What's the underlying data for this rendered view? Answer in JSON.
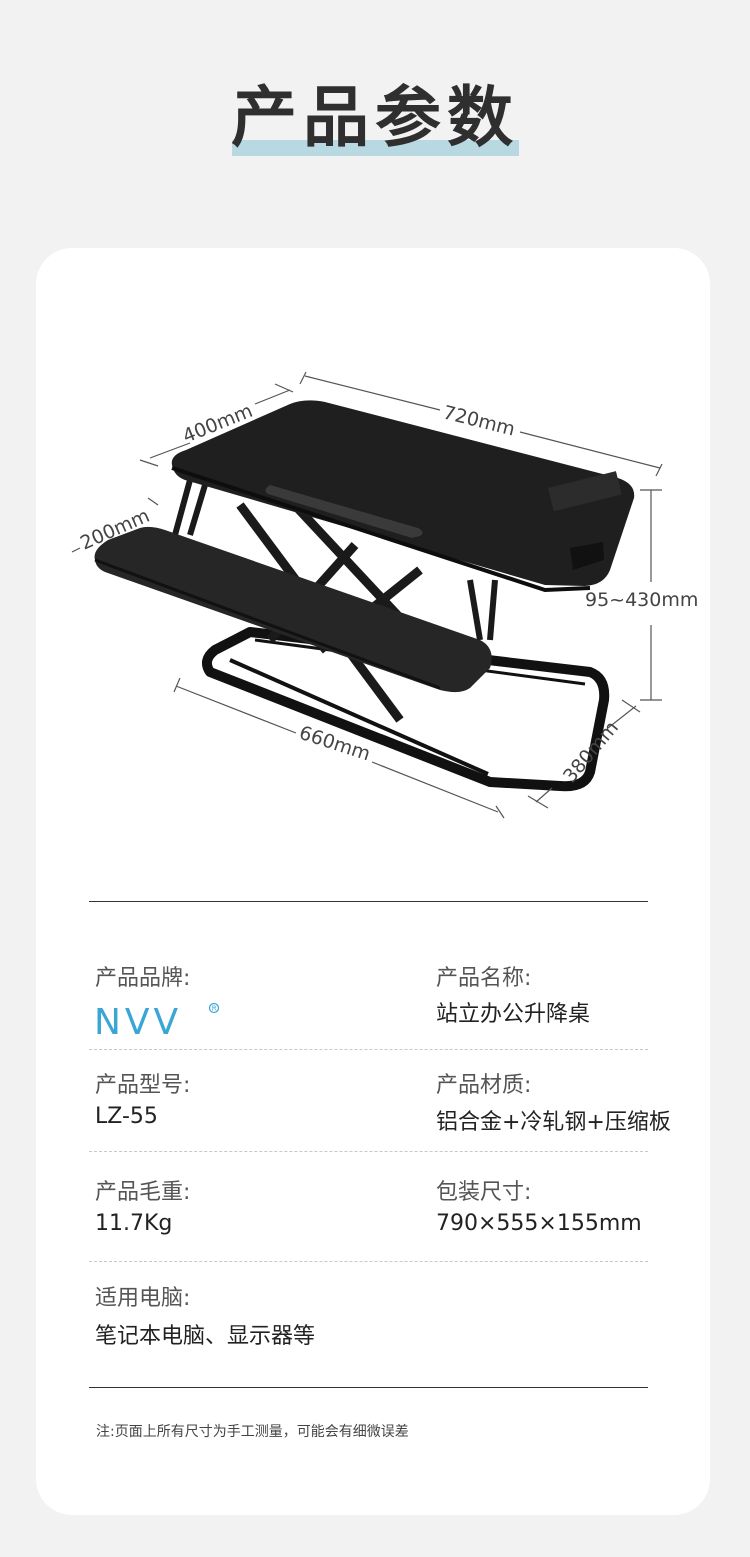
{
  "header": {
    "title": "产品参数"
  },
  "dimensions": {
    "depth_top": "400mm",
    "width_top": "720mm",
    "keyboard_depth": "200mm",
    "height_range": "95~430mm",
    "base_width": "660mm",
    "base_depth": "380mm"
  },
  "specs": {
    "brand_label": "产品品牌:",
    "brand_value": "NVV",
    "name_label": "产品名称:",
    "name_value": "站立办公升降桌",
    "model_label": "产品型号:",
    "model_value": "LZ-55",
    "material_label": "产品材质:",
    "material_value": "铝合金+冷轧钢+压缩板",
    "weight_label": "产品毛重:",
    "weight_value": "11.7Kg",
    "package_label": "包装尺寸:",
    "package_value": "790×555×155mm",
    "use_label": "适用电脑:",
    "use_value": "笔记本电脑、显示器等"
  },
  "note": "注:页面上所有尺寸为手工测量，可能会有细微误差",
  "colors": {
    "accent_bar": "#b8d8e2",
    "logo_blue": "#3aa6d6"
  }
}
